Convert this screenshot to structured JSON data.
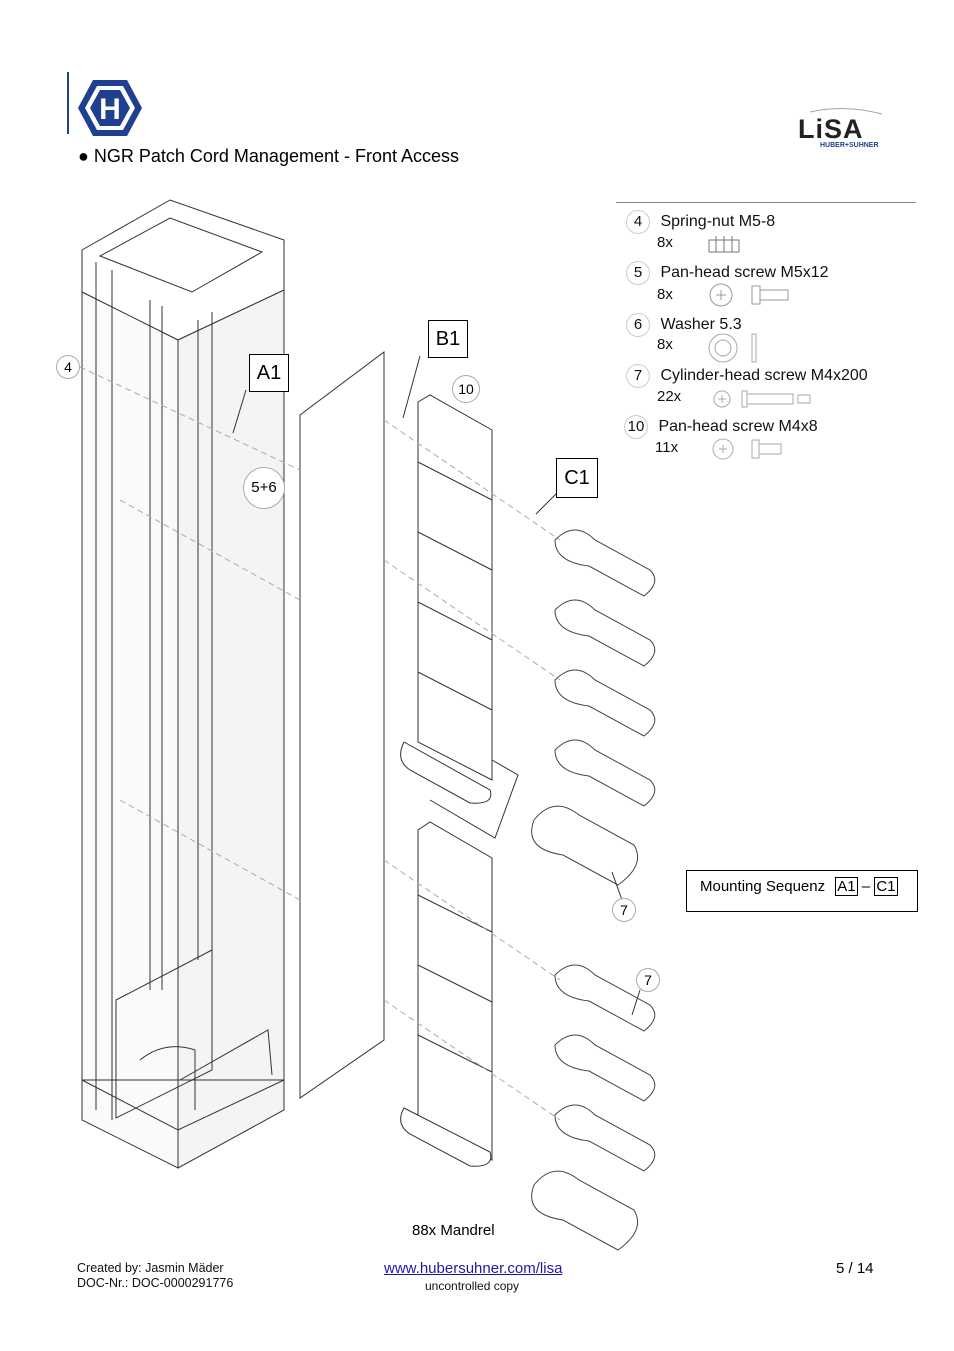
{
  "header": {
    "title": "● NGR Patch Cord Management - Front Access",
    "logo_left_letter": "H",
    "logo_right_text": "LiSA",
    "logo_right_subtext": "HUBER+SUHNER"
  },
  "parts": [
    {
      "num": "4",
      "name": "Spring-nut M5-8",
      "qty": "8x",
      "icon": "spring-nut-icon"
    },
    {
      "num": "5",
      "name": "Pan-head screw M5x12",
      "qty": "8x",
      "icon": "pan-head-screw-icon"
    },
    {
      "num": "6",
      "name": "Washer 5.3",
      "qty": "8x",
      "icon": "washer-icon"
    },
    {
      "num": "7",
      "name": "Cylinder-head screw M4x200",
      "qty": "22x",
      "icon": "cylinder-head-screw-icon"
    },
    {
      "num": "10",
      "name": "Pan-head screw M4x8",
      "qty": "11x",
      "icon": "pan-head-screw-small-icon"
    }
  ],
  "drawing": {
    "label_a1": "A1",
    "label_b1": "B1",
    "label_c1": "C1",
    "bubble_4": "4",
    "bubble_56": "5+6",
    "bubble_10": "10",
    "bubble_7a": "7",
    "bubble_7b": "7",
    "mandrel_note": "88x Mandrel"
  },
  "mounting": {
    "text": "Mounting Sequenz",
    "from": "A1",
    "dash": "–",
    "to": "C1"
  },
  "footer": {
    "created_by": "Created by: Jasmin Mäder",
    "doc_nr": "DOC-Nr.: DOC-0000291776",
    "url": "www.hubersuhner.com/lisa",
    "uncontrolled": "uncontrolled copy",
    "page": "5 / 14"
  }
}
